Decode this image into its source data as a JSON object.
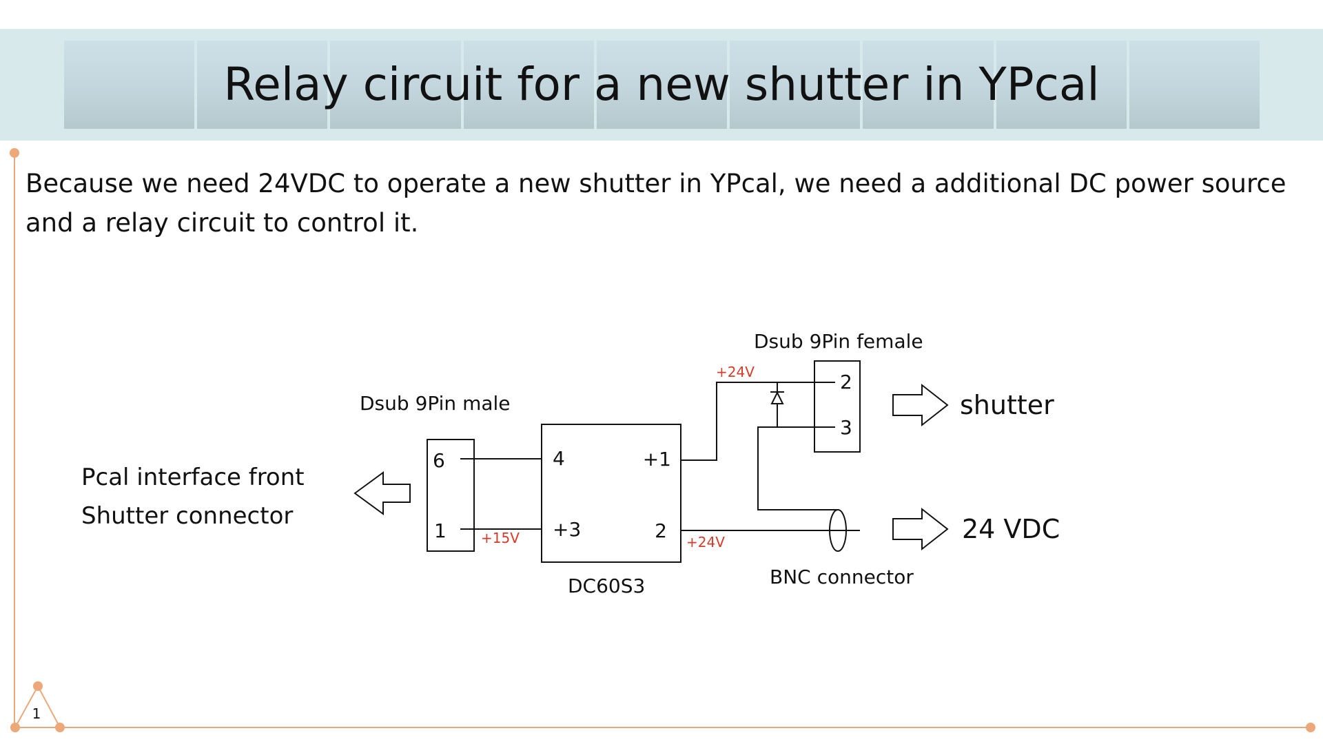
{
  "slide": {
    "title": "Relay circuit for a new shutter in YPcal",
    "body_line1": "Because we need 24VDC to operate a new shutter in YPcal, we need a additional DC power source",
    "body_line2": "and a relay circuit to control it.",
    "page_number": "1"
  },
  "diagram": {
    "left_label_line1": "Pcal interface front",
    "left_label_line2": "Shutter connector",
    "dsub_male_label": "Dsub 9Pin male",
    "dsub_male_pin_top": "6",
    "dsub_male_pin_bottom": "1",
    "converter_name": "DC60S3",
    "converter_pin_in_top": "4",
    "converter_pin_in_bottom": "+3",
    "converter_pin_out_top": "+1",
    "converter_pin_out_bottom": "2",
    "voltage_15v": "+15V",
    "voltage_24v_top": "+24V",
    "voltage_24v_bottom": "+24V",
    "dsub_female_label": "Dsub 9Pin female",
    "dsub_female_pin_top": "2",
    "dsub_female_pin_bottom": "3",
    "shutter_label": "shutter",
    "vdc_label": "24 VDC",
    "bnc_label": "BNC connector"
  },
  "colors": {
    "banner_bg": "#d7e9ea",
    "accent_orange": "#eca878",
    "voltage_red": "#d63a2a",
    "line_black": "#111111"
  },
  "icons": {
    "left_arrow": "hollow-arrow-left-icon",
    "right_arrows": "hollow-arrow-right-icon",
    "diode": "diode-icon",
    "bnc": "bnc-connector-icon"
  }
}
